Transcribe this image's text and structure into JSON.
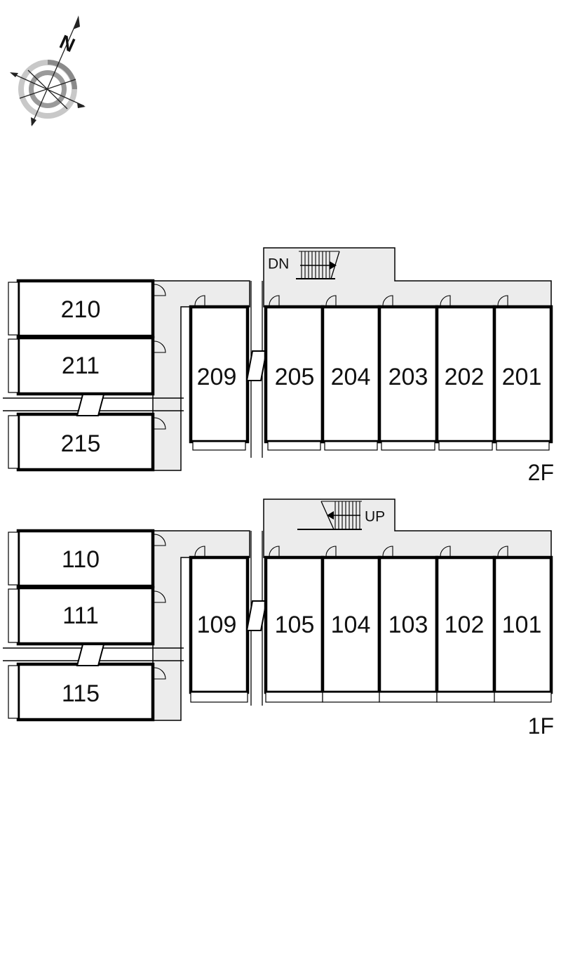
{
  "compass": {
    "north_label": "N"
  },
  "floors": [
    {
      "id": "2F",
      "label": "2F",
      "stair_label": "DN",
      "units": [
        "210",
        "211",
        "215",
        "209",
        "205",
        "204",
        "203",
        "202",
        "201"
      ]
    },
    {
      "id": "1F",
      "label": "1F",
      "stair_label": "UP",
      "units": [
        "110",
        "111",
        "115",
        "109",
        "105",
        "104",
        "103",
        "102",
        "101"
      ]
    }
  ]
}
